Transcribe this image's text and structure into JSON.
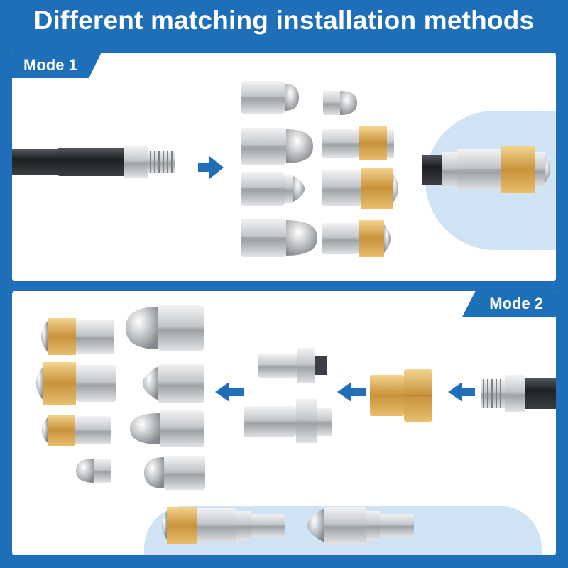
{
  "title": "Different matching installation methods",
  "mode1": {
    "label": "Mode 1"
  },
  "mode2": {
    "label": "Mode 2"
  },
  "colors": {
    "brand_blue": "#1f6fb8",
    "light_blue": "#cfe3f4",
    "steel": "#b9bcc0",
    "brass": "#d4a24c",
    "hose": "#26282c"
  },
  "icons": [
    "arrow-right-icon",
    "arrow-left-icon"
  ]
}
